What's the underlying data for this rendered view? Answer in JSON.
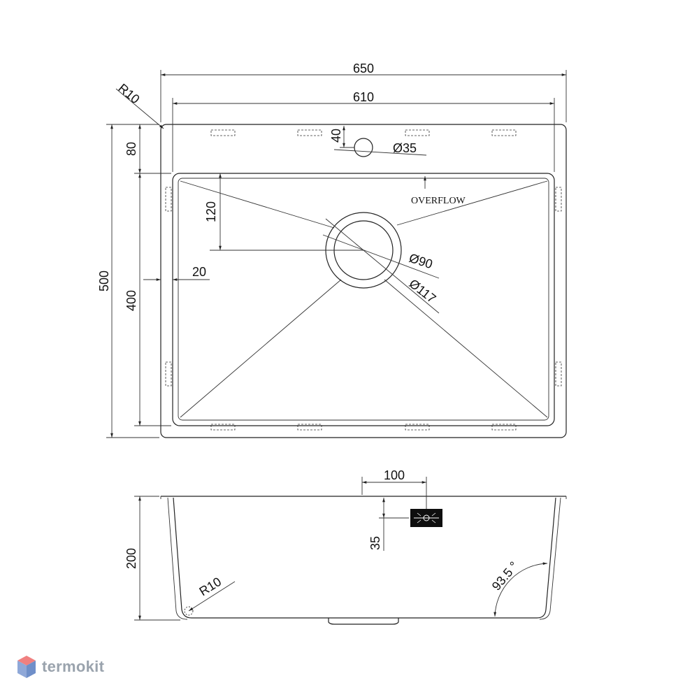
{
  "top_view": {
    "dim_overall_width": "650",
    "dim_bowl_width": "610",
    "dim_corner_radius": "R10",
    "dim_overall_depth": "500",
    "dim_bowl_depth": "400",
    "dim_back_margin": "80",
    "dim_tap_offset": "40",
    "dim_tap_hole": "Ø35",
    "dim_drain_offset": "120",
    "dim_side_margin": "20",
    "dim_drain_inner": "Ø90",
    "dim_drain_outer": "Ø117",
    "overflow_label": "OVERFLOW"
  },
  "side_view": {
    "dim_overflow_offset": "100",
    "dim_overflow_height": "35",
    "dim_bowl_height": "200",
    "dim_bottom_radius": "R10",
    "dim_wall_angle": "93.5 °"
  },
  "brand": {
    "name": "termokit",
    "colors": {
      "top": "#f08080",
      "left": "#8fa8d8",
      "right": "#6f8fc9"
    }
  }
}
